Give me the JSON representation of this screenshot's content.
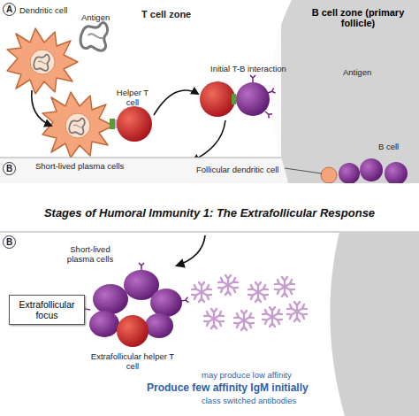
{
  "diagram": {
    "title": "Stages of Humoral Immunity 1: The Extrafollicular Response",
    "nodes": [
      {
        "text": [
          "B cell zone (primary follicle)"
        ]
      },
      {
        "text": [
          "Extrafollicular focus"
        ]
      }
    ],
    "labels": [
      "A",
      "Dendritic cell",
      "Antigen",
      "T cell zone",
      "Helper T cell",
      "Initial T-B interaction",
      "Antigen",
      "B cell",
      "B",
      "Short-lived plasma cells",
      "Follicular dendritic cell",
      "B",
      "Short-lived plasma cells",
      "Extrafollicular helper T cell",
      "may produce low affinity",
      "Produce few affinity IgM initially",
      "class switched antibodies"
    ]
  }
}
